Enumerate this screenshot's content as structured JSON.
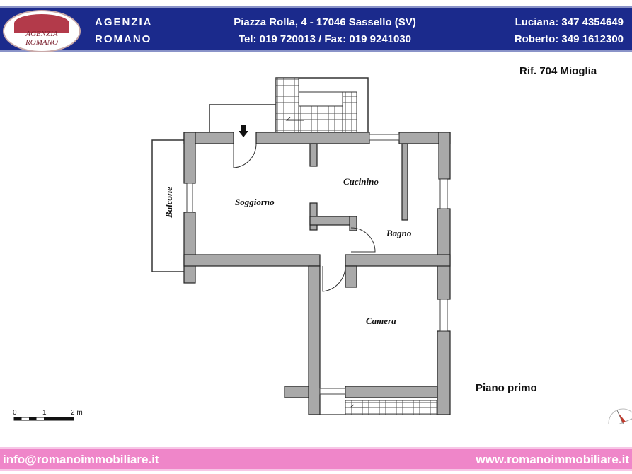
{
  "header": {
    "logo_line1": "AGENZIA",
    "logo_line2": "ROMANO",
    "agency_line1": "AGENZIA",
    "agency_line2": "ROMANO",
    "address_line1": "Piazza Rolla, 4 - 17046 Sassello (SV)",
    "address_line2": "Tel: 019 720013 / Fax: 019 9241030",
    "contact_line1": "Luciana: 347 4354649",
    "contact_line2": "Roberto: 349 1612300",
    "brand_color": "#1b2a8c"
  },
  "reference": "Rif. 704 Mioglia",
  "rooms": {
    "soggiorno": "Soggiorno",
    "cucinino": "Cucinino",
    "bagno": "Bagno",
    "camera": "Camera",
    "balcone": "Balcone"
  },
  "floor_label": "Piano primo",
  "scale": {
    "tick0": "0",
    "tick1": "1",
    "tick2": "2 m"
  },
  "footer": {
    "email": "info@romanoimmobiliare.it",
    "website": "www.romanoimmobiliare.it",
    "accent_color": "#ef86c9"
  },
  "icons": {
    "compass": "compass-rose-icon",
    "entrance": "entrance-arrow-icon"
  }
}
